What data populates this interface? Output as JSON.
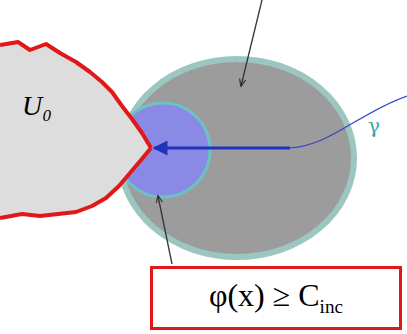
{
  "diagram": {
    "nodes": [
      {
        "text": [
          "φ(x) ≥ Cinc"
        ]
      }
    ],
    "labels": [
      "U₀",
      "γ"
    ]
  }
}
